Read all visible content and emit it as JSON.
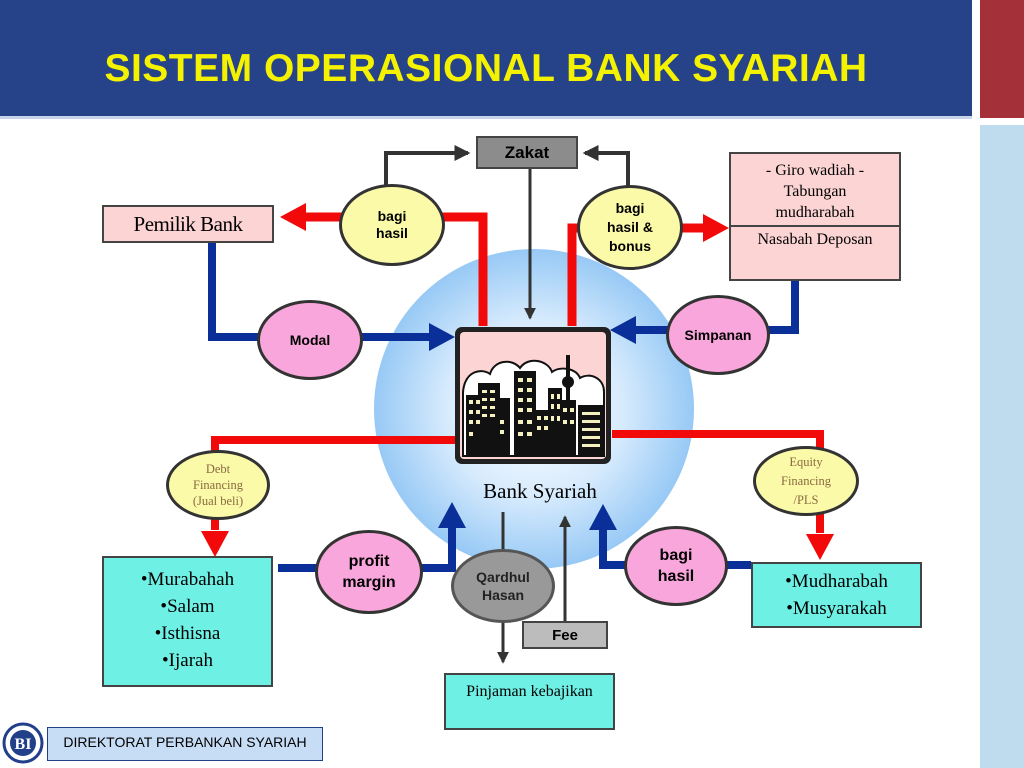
{
  "title": "SISTEM OPERASIONAL BANK SYARIAH",
  "colors": {
    "header": "#26438a",
    "title": "#f5f200",
    "red_arrow": "#f20a0a",
    "blue_arrow": "#0a2f98",
    "dark_arrow": "#333333"
  },
  "nodes": {
    "zakat": "Zakat",
    "pemilik_bank": "Pemilik Bank",
    "nasabah_types": "-  Giro wadiah -\nTabungan\nmudharabah",
    "nasabah_deposan": "Nasabah Deposan",
    "bagi_hasil_left": "bagi\nhasil",
    "bagi_hasil_bonus": "bagi\nhasil &\nbonus",
    "modal": "Modal",
    "simpanan": "Simpanan",
    "bank_syariah": "Bank Syariah",
    "debt_financing": "Debt\nFinancing\n(Jual beli)",
    "equity_financing": "Equity\nFinancing\n/PLS",
    "debt_products": [
      "•Murabahah",
      "•Salam",
      "•Isthisna",
      "•Ijarah"
    ],
    "equity_products": [
      "•Mudharabah",
      "•Musyarakah"
    ],
    "profit_margin": "profit\nmargin",
    "bagi_hasil_right": "bagi\nhasil",
    "qardhul_hasan": "Qardhul\nHasan",
    "fee": "Fee",
    "pinjaman_kebajikan": "Pinjaman kebajikan"
  },
  "footer": {
    "label": "DIREKTORAT PERBANKAN SYARIAH"
  },
  "logo": {
    "name": "bank-indonesia-logo",
    "text": "BI"
  }
}
